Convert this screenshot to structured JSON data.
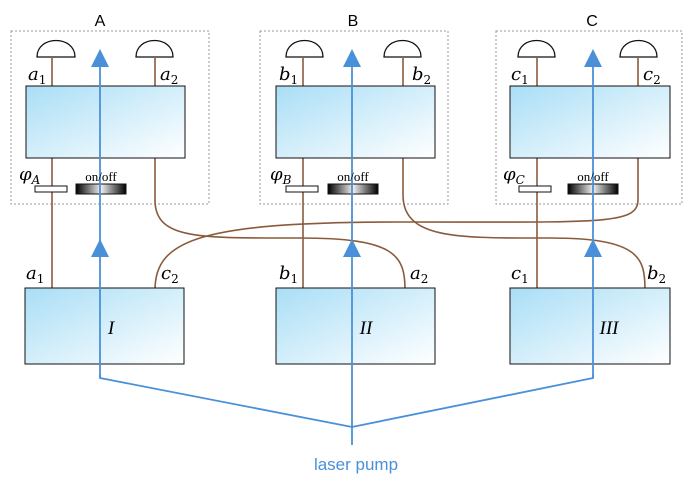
{
  "nodes": {
    "A": {
      "title": "A",
      "port1": "a",
      "port1_sub": "1",
      "port2": "a",
      "port2_sub": "2",
      "phase": "φ",
      "phase_sub": "A",
      "switch_label": "on/off"
    },
    "B": {
      "title": "B",
      "port1": "b",
      "port1_sub": "1",
      "port2": "b",
      "port2_sub": "2",
      "phase": "φ",
      "phase_sub": "B",
      "switch_label": "on/off"
    },
    "C": {
      "title": "C",
      "port1": "c",
      "port1_sub": "1",
      "port2": "c",
      "port2_sub": "2",
      "phase": "φ",
      "phase_sub": "C",
      "switch_label": "on/off"
    }
  },
  "sources": {
    "I": {
      "name": "I",
      "left": "a",
      "left_sub": "1",
      "right": "c",
      "right_sub": "2"
    },
    "II": {
      "name": "II",
      "left": "b",
      "left_sub": "1",
      "right": "a",
      "right_sub": "2"
    },
    "III": {
      "name": "III",
      "left": "c",
      "left_sub": "1",
      "right": "b",
      "right_sub": "2"
    }
  },
  "pump_label": "laser pump",
  "colors": {
    "pump": "#4a90d9",
    "fiber": "#8b5a3c",
    "crystal_top": "#aee0f7",
    "crystal_bottom": "#ffffff",
    "box_border": "#999999"
  }
}
